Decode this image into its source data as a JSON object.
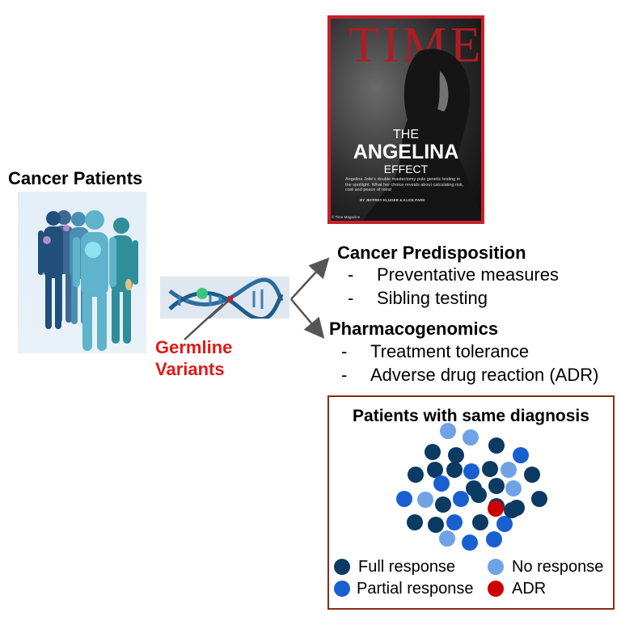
{
  "left": {
    "cancer_patients_title": "Cancer Patients",
    "germline_line1": "Germline",
    "germline_line2": "Variants"
  },
  "magazine": {
    "masthead": "TIME",
    "headline_the": "THE",
    "headline_main": "ANGELINA",
    "headline_effect": "EFFECT",
    "blurb": "Angelina Jolie's double mastectomy puts genetic testing in the spotlight. What her choice reveals about calculating risk, cost and peace of mind",
    "byline": "BY JEFFREY KLUGER & ALICE PARK",
    "credit": "© Time Magazine"
  },
  "right": {
    "predisposition_title": "Cancer Predisposition",
    "predisposition_items": [
      "Preventative measures",
      "Sibling testing"
    ],
    "pharmaco_title": "Pharmacogenomics",
    "pharmaco_items": [
      "Treatment tolerance",
      "Adverse drug reaction (ADR)"
    ],
    "bullet_dash": "-"
  },
  "diagnosis_box": {
    "title": "Patients with same diagnosis",
    "legend": [
      {
        "label": "Full response",
        "color": "#0b3a63"
      },
      {
        "label": "No response",
        "color": "#6fa3e6"
      },
      {
        "label": "Partial response",
        "color": "#1860d0"
      },
      {
        "label": "ADR",
        "color": "#cc0000"
      }
    ]
  },
  "colors": {
    "germline_red": "#e01818",
    "box_border": "#8a2b1a",
    "magazine_red": "#c8202a",
    "arrow_gray": "#555555"
  }
}
